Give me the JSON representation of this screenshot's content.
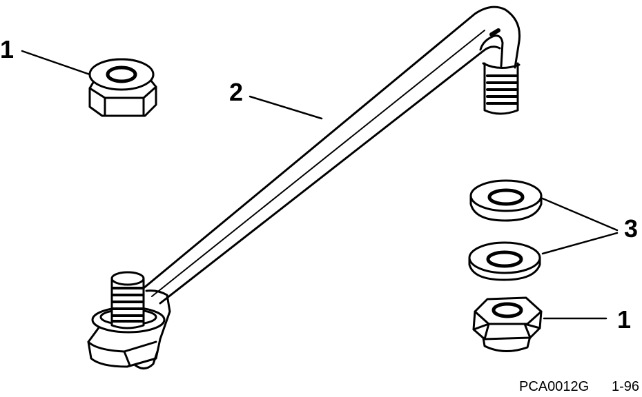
{
  "callouts": {
    "nut_top_left": "1",
    "tie_bar": "2",
    "washers": "3",
    "nut_bottom_right": "1"
  },
  "footer": {
    "figure_code": "PCA0012G",
    "page_ref": "1-96"
  },
  "colors": {
    "ink": "#000000",
    "paper": "#ffffff"
  }
}
